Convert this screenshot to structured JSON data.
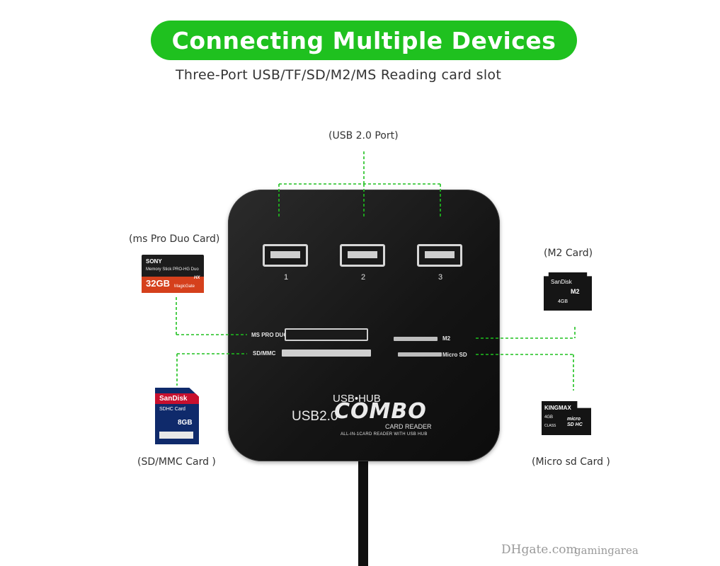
{
  "header": {
    "title": "Connecting Multiple Devices",
    "subtitle": "Three-Port USB/TF/SD/M2/MS Reading card slot",
    "accent_color": "#1fc11f"
  },
  "callouts": {
    "usb_port": "(USB 2.0 Port)",
    "ms_pro_duo": "(ms Pro Duo Card)",
    "m2": "(M2 Card)",
    "sd_mmc": "(SD/MMC Card )",
    "micro_sd": "(Micro sd Card )",
    "line_color": "#1fc11f"
  },
  "hub": {
    "ports": [
      {
        "number": "1"
      },
      {
        "number": "2"
      },
      {
        "number": "3"
      }
    ],
    "slots": {
      "ms_pro_duo": "MS PRO DUO",
      "sd_mmc": "SD/MMC",
      "m2": "M2",
      "micro_sd": "Micro SD"
    },
    "branding": {
      "usb_hub": "USB•HUB",
      "usb20": "USB2.0",
      "combo": "COMBO",
      "card_reader": "CARD READER",
      "all_in_one": "ALL-IN-1CARD READER WITH USB HUB"
    }
  },
  "cards": {
    "ms": {
      "brand": "SONY",
      "line": "Memory Stick PRO-HG Duo",
      "hx": "HX",
      "capacity": "32GB",
      "magicgate": "MagicGate"
    },
    "sd": {
      "brand": "SanDisk",
      "type": "SDHC Card",
      "capacity": "8GB"
    },
    "m2": {
      "brand": "SanDisk",
      "type": "M2",
      "capacity": "4GB"
    },
    "micro_sd": {
      "brand": "KINGMAX",
      "capacity": "4GB",
      "class": "CLASS",
      "logo": "micro SD HC"
    }
  },
  "watermark": {
    "site": "DHgate.com",
    "seller": "gamingarea"
  }
}
